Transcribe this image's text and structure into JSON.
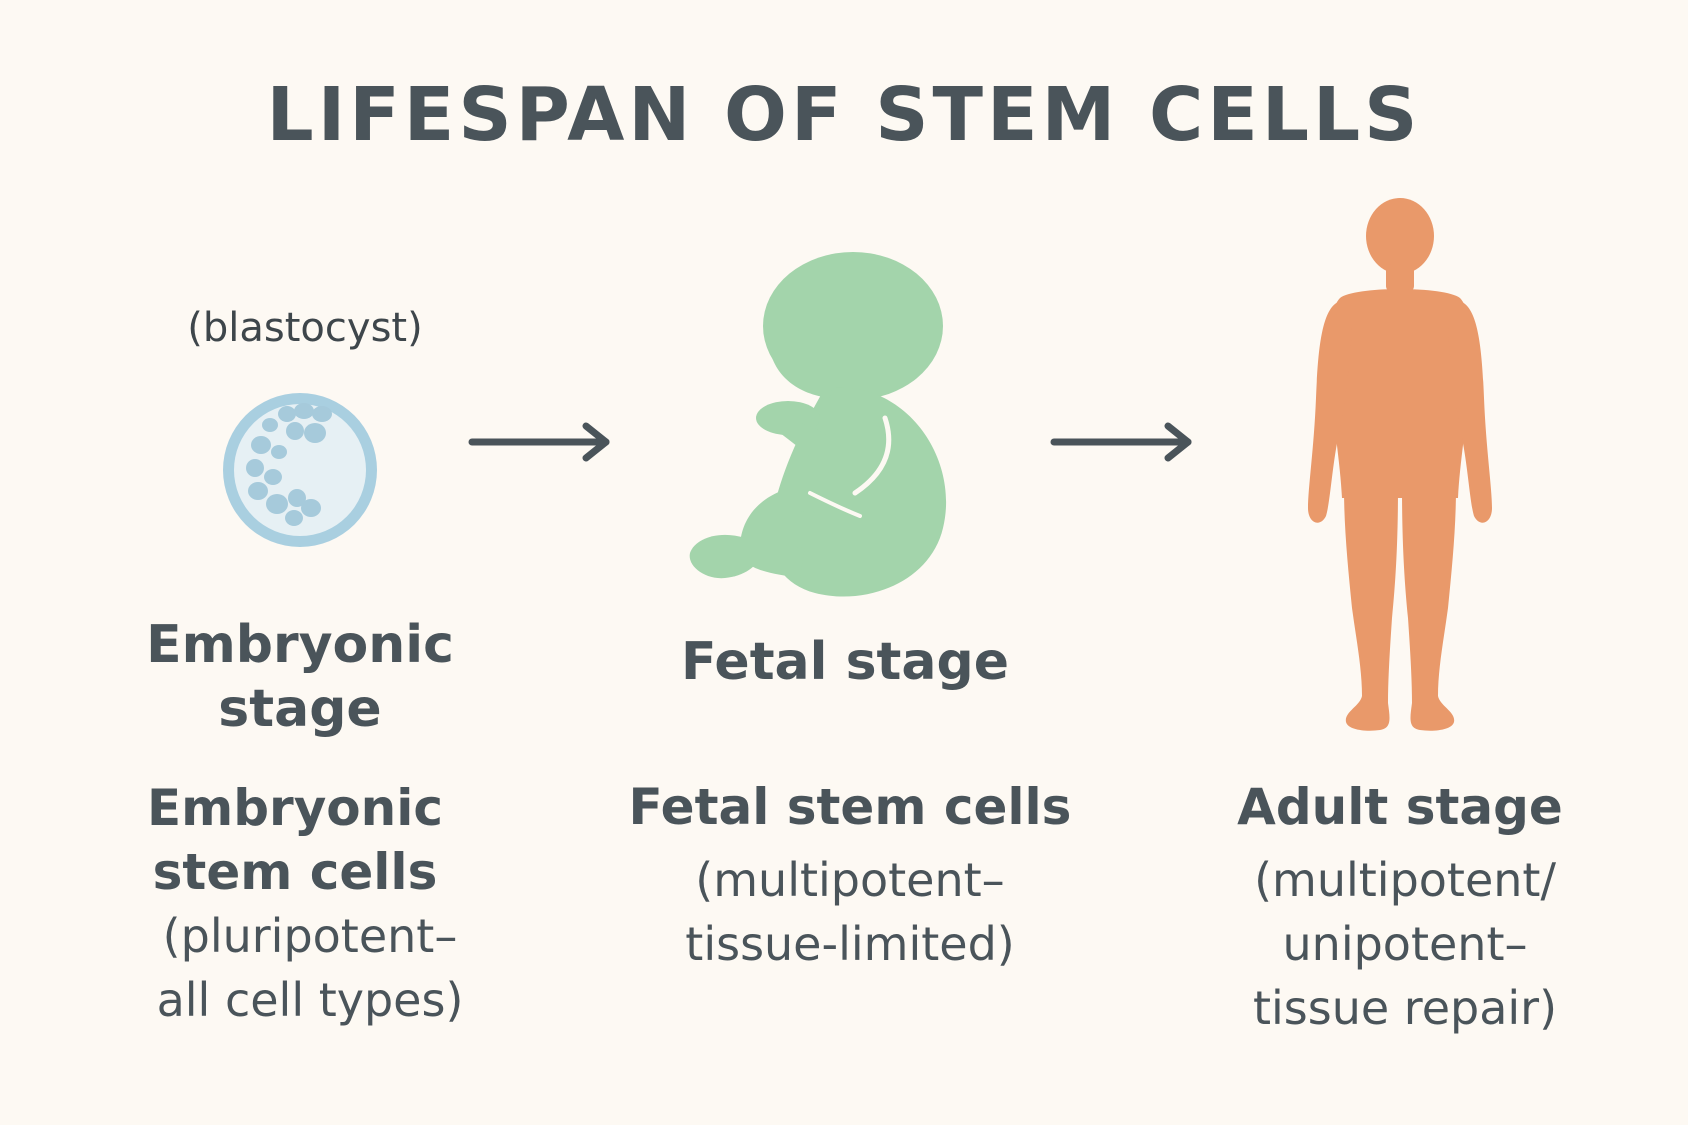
{
  "title": "LIFESPAN OF STEM CELLS",
  "colors": {
    "text": "#4a545a",
    "blastocyst": "#a9cfe0",
    "fetus": "#a3d4ab",
    "adult": "#e9996a",
    "arrow": "#4a545a"
  },
  "stages": {
    "embryonic": {
      "icon_caption": "(blastocyst)",
      "stage_label": [
        "Embryonic",
        "stage"
      ],
      "cell_heading": [
        "Embryonic",
        "stem cells"
      ],
      "cell_desc": [
        "(pluripotent–",
        "all cell types)"
      ],
      "icon": "blastocyst-icon"
    },
    "fetal": {
      "stage_label": [
        "Fetal stage"
      ],
      "cell_heading": [
        "Fetal stem cells"
      ],
      "cell_desc": [
        "(multipotent–",
        "tissue-limited)"
      ],
      "icon": "fetus-icon"
    },
    "adult": {
      "cell_heading": [
        "Adult stage"
      ],
      "cell_desc": [
        "(multipotent/",
        "unipotent–",
        "tissue repair)"
      ],
      "icon": "adult-human-icon"
    }
  },
  "arrows": [
    "arrow-right-icon",
    "arrow-right-icon"
  ]
}
